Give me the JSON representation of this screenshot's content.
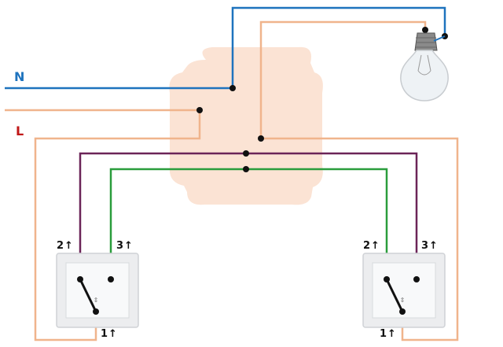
{
  "labels": {
    "neutral": "N",
    "line": "L",
    "switch_left": {
      "t1": "1",
      "t2": "2",
      "t3": "3"
    },
    "switch_right": {
      "t1": "1",
      "t2": "2",
      "t3": "3"
    },
    "arrow": "↑"
  },
  "colors": {
    "neutral_wire": "#1e73be",
    "line_wire": "#f0b48c",
    "traveler_a": "#6b2458",
    "traveler_b": "#2a9d3c",
    "junction_box": "#fbe3d4",
    "label_blue": "#1e73be",
    "label_red": "#c01818"
  },
  "components": [
    "junction-box",
    "light-bulb",
    "switch-left",
    "switch-right"
  ]
}
